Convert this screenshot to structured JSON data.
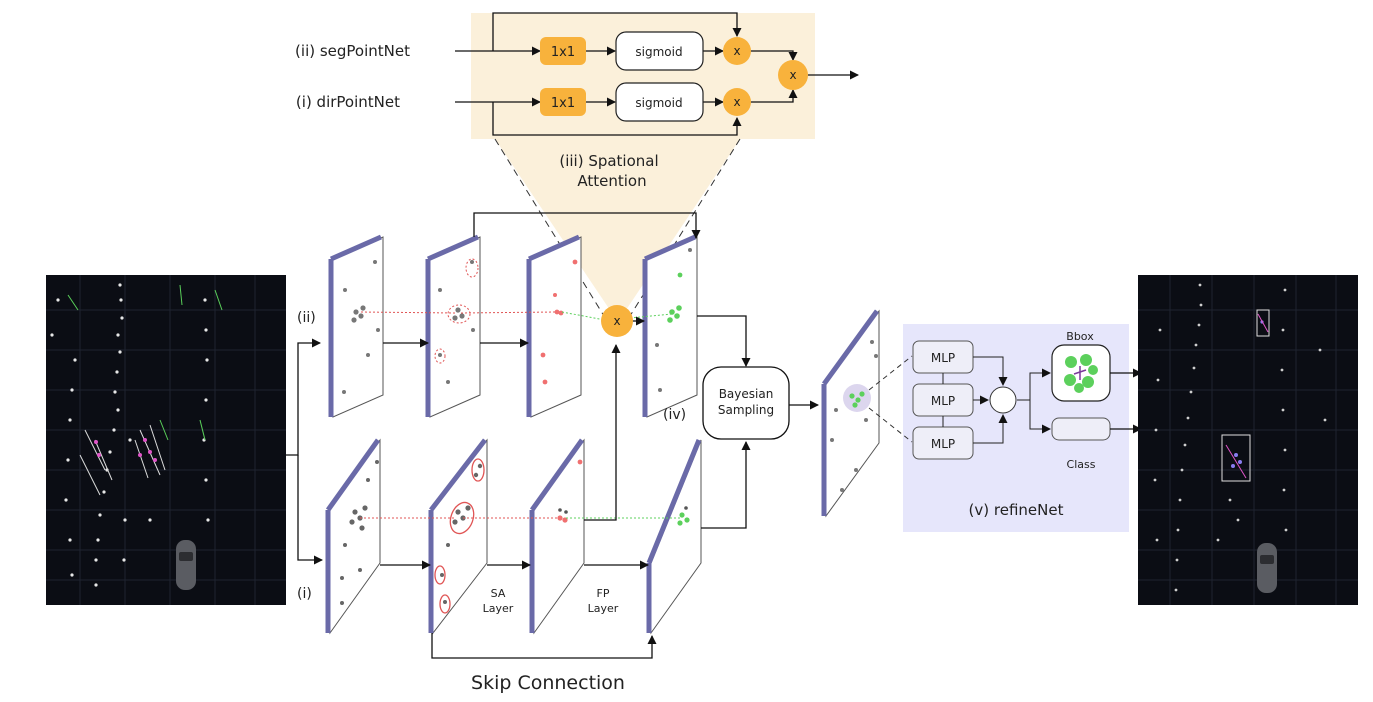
{
  "attention": {
    "input_seg": "(ii) segPointNet",
    "input_dir": "(i) dirPointNet",
    "conv_label": "1x1",
    "act_label": "sigmoid",
    "mult_symbol": "x",
    "title_line1": "(iii) Spational",
    "title_line2": "Attention"
  },
  "branches": {
    "upper": "(ii)",
    "lower": "(i)",
    "iv": "(iv)"
  },
  "layers": {
    "sa_line1": "SA",
    "sa_line2": "Layer",
    "fp_line1": "FP",
    "fp_line2": "Layer",
    "skip": "Skip Connection"
  },
  "bayes": {
    "line1": "Bayesian",
    "line2": "Sampling"
  },
  "refine": {
    "mlp": "MLP",
    "bbox": "Bbox",
    "class": "Class",
    "title": "(v) refineNet"
  },
  "colors": {
    "attention_bg": "#fbf0da",
    "refine_bg": "#e6e6fb",
    "orange": "#f8b23c",
    "panel_edge": "#6a6aa8",
    "lidar_bg": "#0b0d14"
  }
}
